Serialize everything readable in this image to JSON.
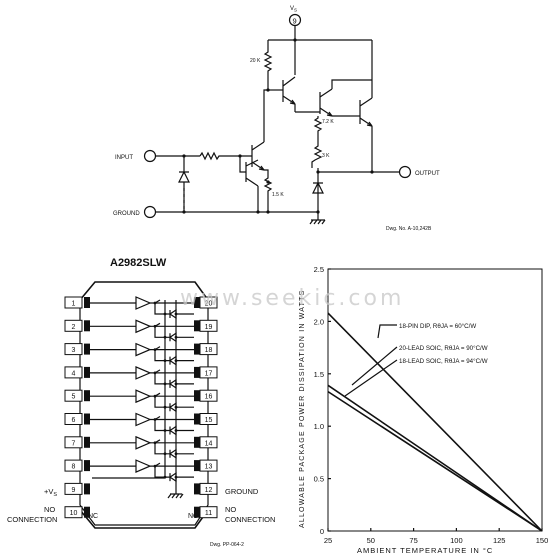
{
  "schematic": {
    "vs_label": "V",
    "vs_sub": "S",
    "vs_pin": "9",
    "r1": "20 K",
    "r2": "7.2 K",
    "r3": "3 K",
    "r4": "1.5 K",
    "input": "INPUT",
    "ground": "GROUND",
    "output": "OUTPUT",
    "dwg": "Dwg. No. A-10,242B"
  },
  "pinout": {
    "title": "A2982SLW",
    "left_pins": [
      "1",
      "2",
      "3",
      "4",
      "5",
      "6",
      "7",
      "8",
      "9",
      "10"
    ],
    "right_pins": [
      "20",
      "19",
      "18",
      "17",
      "16",
      "15",
      "14",
      "13",
      "12",
      "11"
    ],
    "vs_label": "+V",
    "vs_sub": "S",
    "gnd_label": "GROUND",
    "nc_left_1": "NO",
    "nc_left_2": "CONNECTION",
    "nc_right_1": "NO",
    "nc_right_2": "CONNECTION",
    "nc_inner_left": "NC",
    "nc_inner_right": "NC",
    "dwg": "Dwg. PP-064-2"
  },
  "watermark": "www.seekic.com",
  "chart_data": {
    "type": "line",
    "ylabel": "ALLOWABLE PACKAGE POWER DISSIPATION IN WATTS",
    "xlabel": "AMBIENT TEMPERATURE IN °C",
    "xlim": [
      25,
      150
    ],
    "ylim": [
      0,
      2.5
    ],
    "x_ticks": [
      "25",
      "50",
      "75",
      "100",
      "125",
      "150"
    ],
    "y_ticks": [
      "0",
      "0.5",
      "1.0",
      "1.5",
      "2.0",
      "2.5"
    ],
    "x_tick_values": [
      25,
      50,
      75,
      100,
      125,
      150
    ],
    "y_tick_values": [
      0,
      0.5,
      1.0,
      1.5,
      2.0,
      2.5
    ],
    "grid": false,
    "series": [
      {
        "name": "18-PIN DIP, RθJA = 60°C/W",
        "x": [
          25,
          150
        ],
        "y": [
          2.08,
          0
        ]
      },
      {
        "name": "20-LEAD SOIC, RθJA = 90°C/W",
        "x": [
          25,
          150
        ],
        "y": [
          1.39,
          0
        ]
      },
      {
        "name": "18-LEAD SOIC, RθJA = 94°C/W",
        "x": [
          25,
          150
        ],
        "y": [
          1.33,
          0
        ]
      }
    ]
  }
}
